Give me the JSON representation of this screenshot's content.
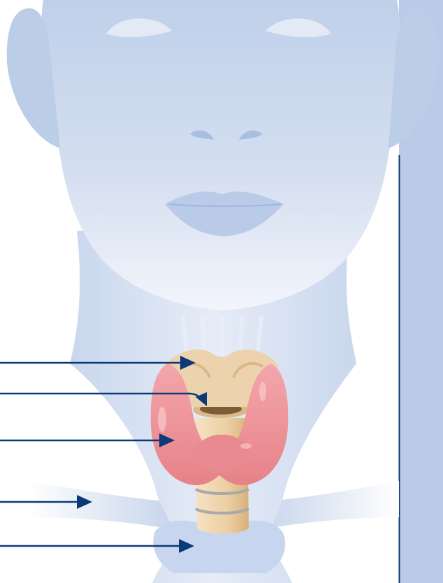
{
  "figure": {
    "subject": "thyroid-gland-anatomy",
    "structures": [
      {
        "name": "thyroid-cartilage"
      },
      {
        "name": "trachea-opening"
      },
      {
        "name": "thyroid-lobe"
      },
      {
        "name": "clavicle"
      },
      {
        "name": "sternum-notch"
      }
    ]
  },
  "colors": {
    "skin": "#c7d5ec",
    "skin_light": "#eef2fa",
    "panel": "#b9cbe7",
    "panel_edge": "#0b3a78",
    "arrow": "#0b3a78",
    "thyroid": "#ee9a9e",
    "thyroid_dark": "#e07f86",
    "cartilage": "#ecd3ae",
    "trachea": "#e9c99a",
    "trachea_dark": "#a58455"
  }
}
